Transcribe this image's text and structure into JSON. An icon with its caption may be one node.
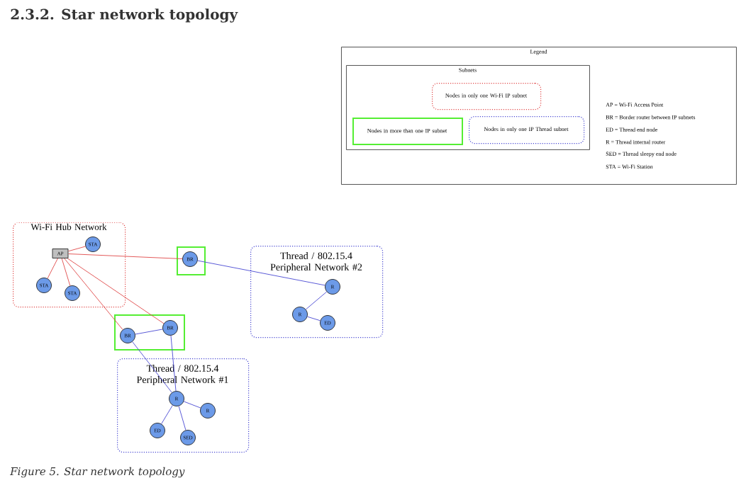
{
  "diagram": {
    "title": "2.3.2. Star network topology",
    "caption": "Figure 5. Star network topology",
    "nodes": [
      {
        "text": [
          "Legend"
        ]
      },
      {
        "text": [
          "Subnets"
        ],
        "in": 0
      },
      {
        "text": [
          "Nodes in only one Wi-Fi IP subnet"
        ],
        "in": 1
      },
      {
        "text": [
          "Nodes in more than one IP subnet"
        ],
        "in": 1
      },
      {
        "text": [
          "Nodes in only one IP Thread subnet"
        ],
        "in": 1
      },
      {
        "text": [
          "Wi-Fi Hub Network"
        ]
      },
      {
        "text": [
          "AP"
        ],
        "in": 5
      },
      {
        "text": [
          "STA"
        ],
        "in": 5
      },
      {
        "text": [
          "STA"
        ],
        "in": 5
      },
      {
        "text": [
          "STA"
        ],
        "in": 5
      },
      {
        "text": [],
        "shape": "box"
      },
      {
        "text": [
          "BR"
        ],
        "in": 10
      },
      {
        "text": [
          "Thread / 802.15.4 Peripheral Network #2"
        ]
      },
      {
        "text": [
          "R"
        ],
        "in": 12
      },
      {
        "text": [
          "R"
        ],
        "in": 12
      },
      {
        "text": [
          "ED"
        ],
        "in": 12
      },
      {
        "text": [],
        "shape": "box"
      },
      {
        "text": [
          "BR"
        ],
        "in": 16
      },
      {
        "text": [
          "BR"
        ],
        "in": 16
      },
      {
        "text": [
          "Thread / 802.15.4 Peripheral Network #1"
        ]
      },
      {
        "text": [
          "R"
        ],
        "in": 19
      },
      {
        "text": [
          "R"
        ],
        "in": 19
      },
      {
        "text": [
          "ED"
        ],
        "in": 19
      },
      {
        "text": [
          "SED"
        ],
        "in": 19
      }
    ],
    "edges": [
      {
        "from": 6,
        "to": 7,
        "arrow": "none",
        "color": "#e04848"
      },
      {
        "from": 6,
        "to": 8,
        "arrow": "none",
        "color": "#e04848"
      },
      {
        "from": 6,
        "to": 9,
        "arrow": "none",
        "color": "#e04848"
      },
      {
        "from": 6,
        "to": 11,
        "arrow": "none",
        "color": "#e04848"
      },
      {
        "from": 6,
        "to": 17,
        "arrow": "none",
        "color": "#e04848"
      },
      {
        "from": 6,
        "to": 18,
        "arrow": "none",
        "color": "#e04848"
      },
      {
        "from": 11,
        "to": 13,
        "arrow": "none"
      },
      {
        "from": 13,
        "to": 14,
        "arrow": "none"
      },
      {
        "from": 14,
        "to": 15,
        "arrow": "none"
      },
      {
        "from": 17,
        "to": 18,
        "arrow": "none"
      },
      {
        "from": 17,
        "to": 20,
        "arrow": "none"
      },
      {
        "from": 18,
        "to": 20,
        "arrow": "none"
      },
      {
        "from": 20,
        "to": 21,
        "arrow": "none"
      },
      {
        "from": 20,
        "to": 22,
        "arrow": "none"
      },
      {
        "from": 20,
        "to": 23,
        "arrow": "none"
      }
    ],
    "labels": [
      "AP = Wi-Fi Access Point",
      "BR = Border router between IP subnets",
      "ED = Thread end node",
      "R = Thread internal router",
      "SED = Thread sleepy end node",
      "STA = Wi-Fi Station"
    ]
  }
}
